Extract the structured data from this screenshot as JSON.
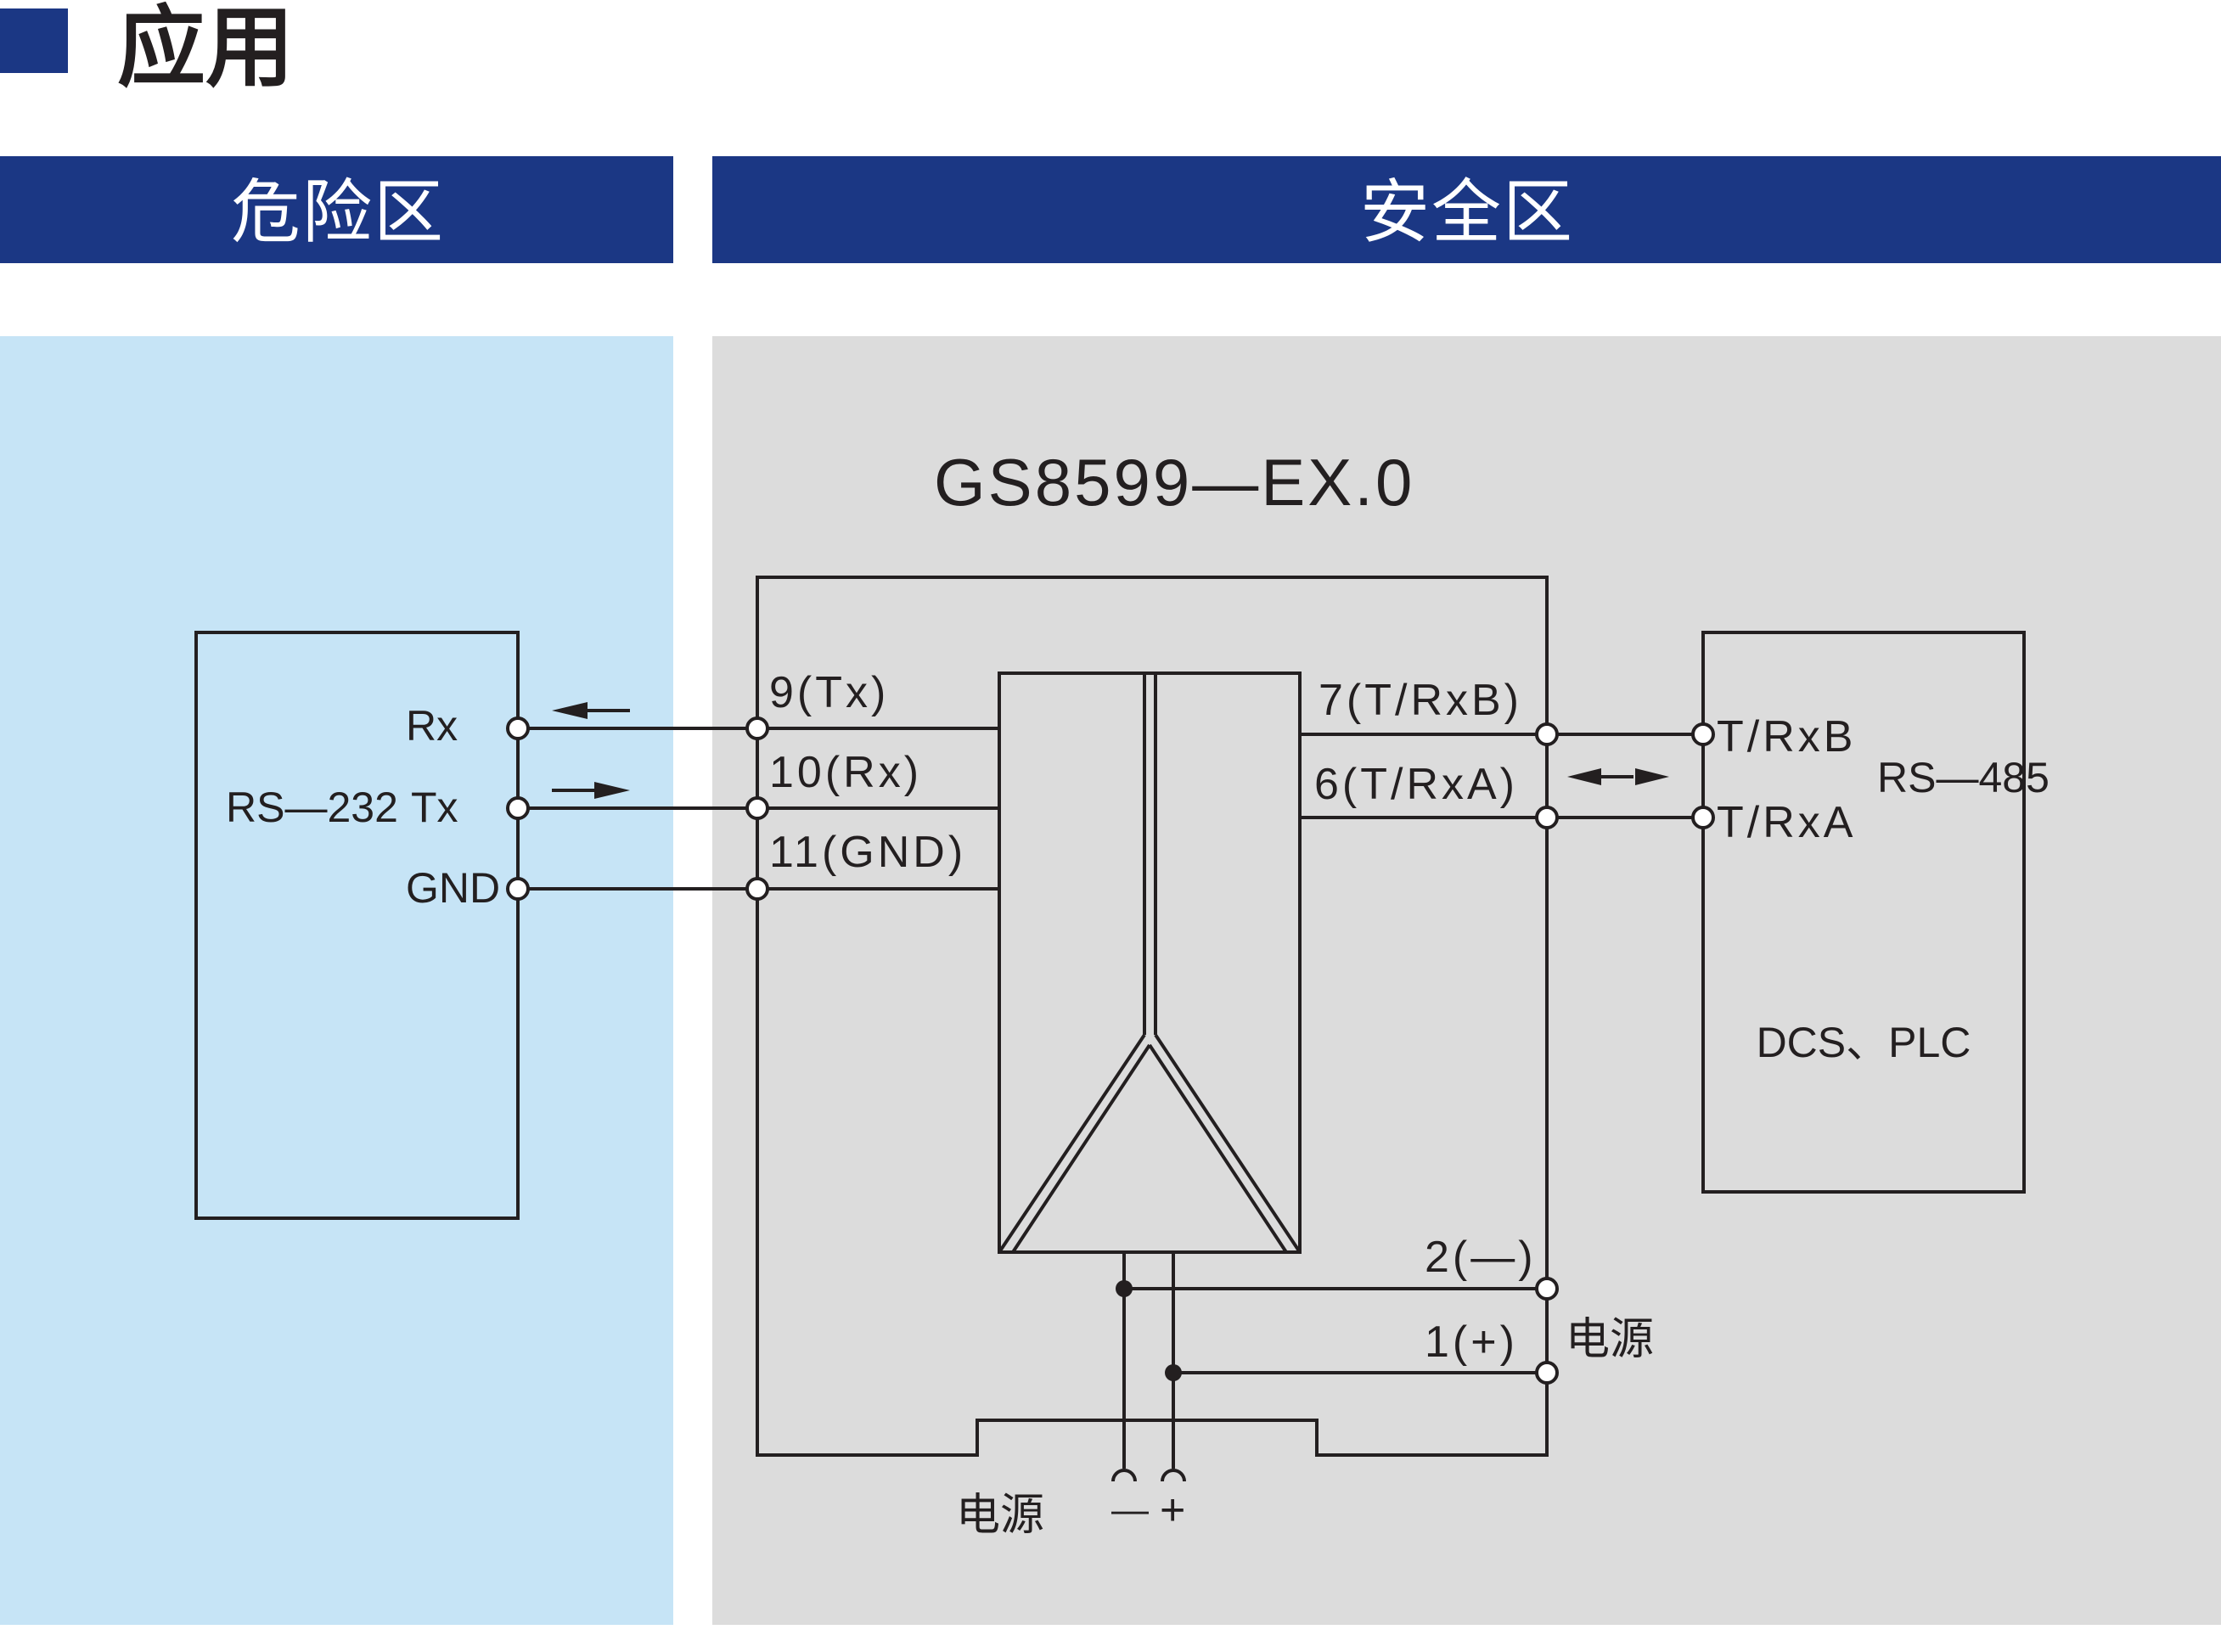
{
  "section_title": "应用",
  "colors": {
    "accent": "#1b3784",
    "hazard_bg": "#c6e4f6",
    "safe_bg": "#dcdcdc",
    "line": "#231f20"
  },
  "zones": {
    "hazard_label": "危险区",
    "safe_label": "安全区"
  },
  "device": {
    "model": "GS8599—EX.0",
    "left_pins": [
      "9(Tx)",
      "10(Rx)",
      "11(GND)"
    ],
    "right_pins": [
      "7(T/RxB)",
      "6(T/RxA)"
    ],
    "power_pins": [
      "2(—)",
      "1(+)"
    ],
    "power_label": "电源"
  },
  "rs232": {
    "name": "RS—232",
    "pins": [
      "Rx",
      "Tx",
      "GND"
    ]
  },
  "rs485": {
    "name": "RS—485",
    "pins": [
      "T/RxB",
      "T/RxA"
    ],
    "host": "DCS、PLC"
  },
  "bottom_power": {
    "label": "电源",
    "minus": "—",
    "plus": "+"
  }
}
